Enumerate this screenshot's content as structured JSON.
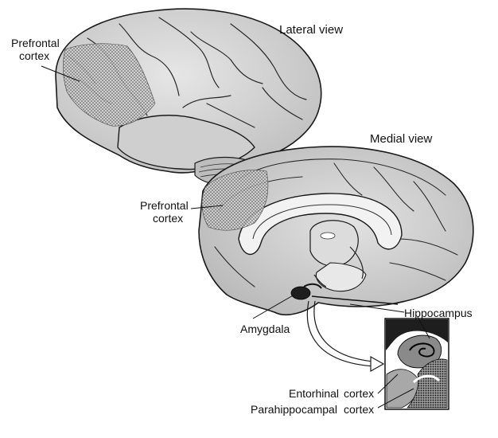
{
  "views": {
    "lateral": "Lateral view",
    "medial": "Medial view"
  },
  "labels": {
    "prefrontal_lateral_line1": "Prefrontal",
    "prefrontal_lateral_line2": "cortex",
    "prefrontal_medial_line1": "Prefrontal",
    "prefrontal_medial_line2": "cortex",
    "amygdala": "Amygdala",
    "hippocampus": "Hippocampus",
    "entorhinal": "Entorhinal",
    "entorhinal_cortex": "cortex",
    "parahippocampal": "Parahippocampal",
    "parahippocampal_cortex": "cortex"
  },
  "colors": {
    "brain_fill": "#d2d2d2",
    "brain_stroke": "#1a1a1a",
    "stipple": "#3a3a3a",
    "ventricle": "#f4f4f4",
    "dark": "#1e1e1e"
  }
}
